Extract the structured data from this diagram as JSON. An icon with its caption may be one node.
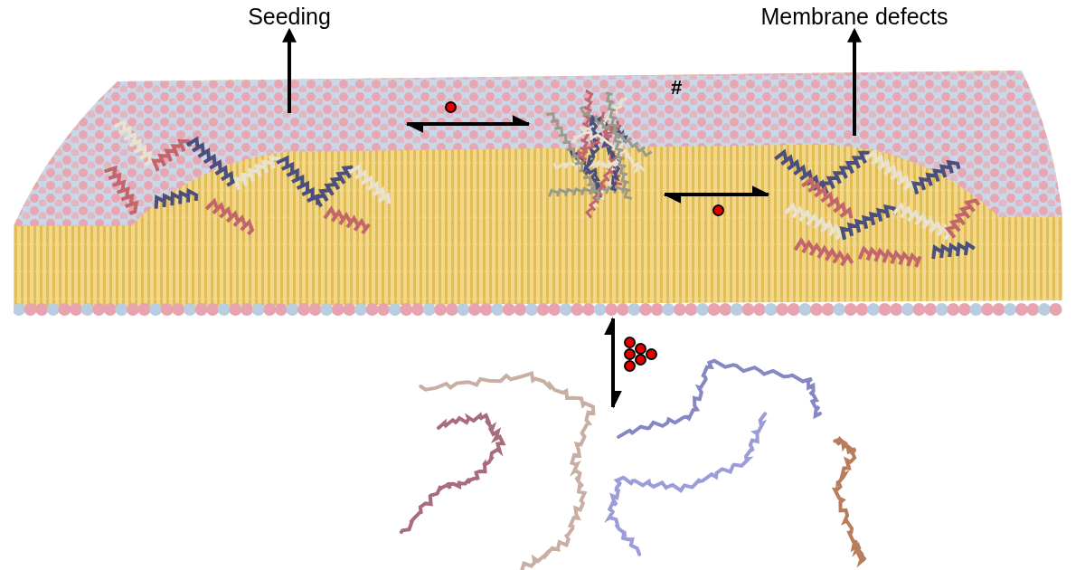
{
  "diagram": {
    "nodes": [
      {
        "text": [
          "Seeding"
        ]
      },
      {
        "text": [
          "Membrane defects"
        ]
      },
      {
        "text": [],
        "shape": "picture"
      },
      {
        "text": [],
        "shape": "picture",
        "in": 2
      },
      {
        "text": [],
        "shape": "picture",
        "in": 2,
        "beside": [
          "#"
        ]
      },
      {
        "text": [],
        "shape": "picture",
        "in": 2
      },
      {
        "text": [],
        "shape": "picture"
      }
    ],
    "edges": [
      {
        "from": 3,
        "to": 0,
        "arrow": "to"
      },
      {
        "from": 3,
        "to": 4,
        "arrow": "both"
      },
      {
        "from": 4,
        "to": 5,
        "arrow": "both"
      },
      {
        "from": 2,
        "to": 6,
        "arrow": "both"
      },
      {
        "from": 5,
        "to": 1,
        "arrow": "to"
      }
    ]
  }
}
